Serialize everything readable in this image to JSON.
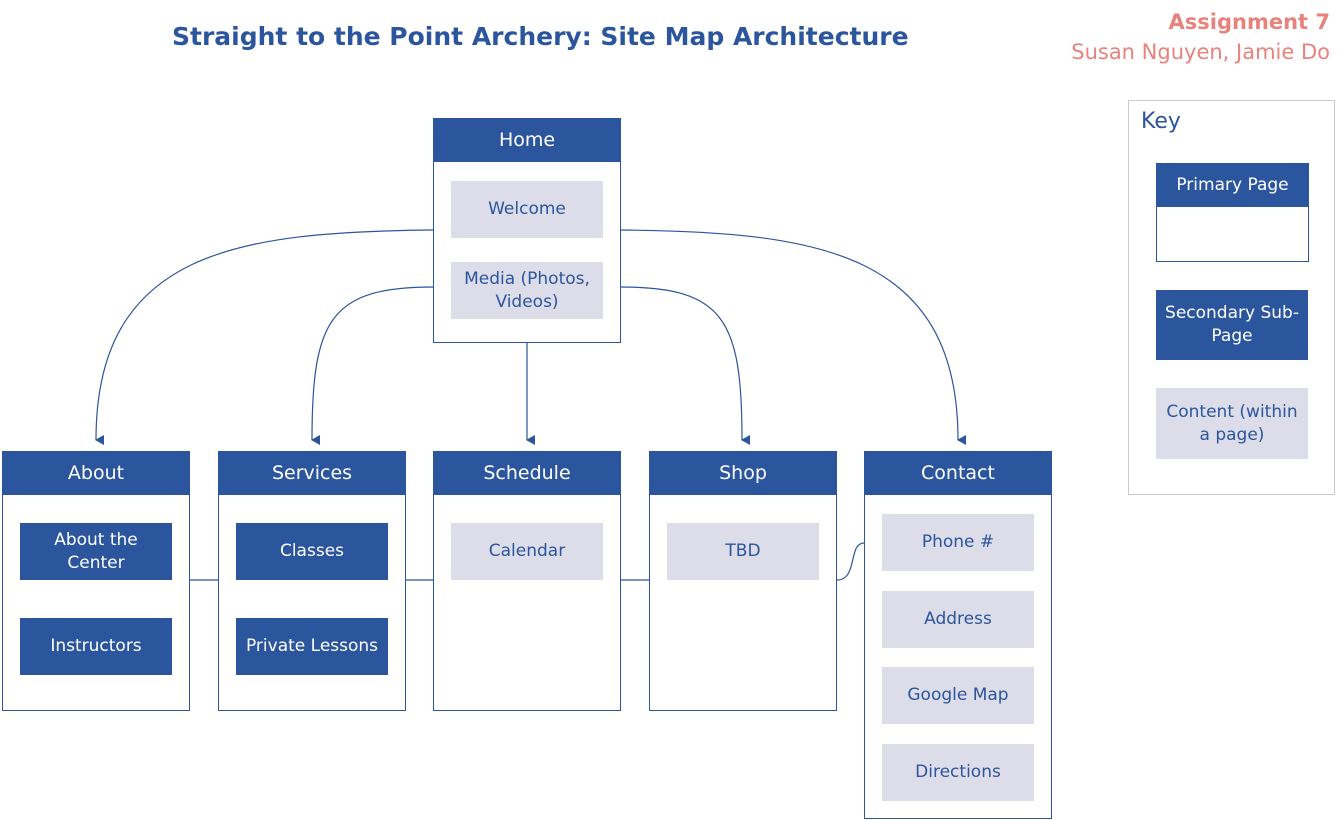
{
  "title": "Straight to the Point Archery:  Site Map Architecture",
  "assignment": "Assignment 7",
  "authors": "Susan Nguyen, Jamie Do",
  "colors": {
    "primary": "#2b559d",
    "content": "#dcdde8",
    "accent": "#e8827c"
  },
  "home": {
    "label": "Home",
    "content": [
      "Welcome",
      "Media (Photos, Videos)"
    ]
  },
  "pages": [
    {
      "label": "About",
      "subpages": [
        "About the Center",
        "Instructors"
      ]
    },
    {
      "label": "Services",
      "subpages": [
        "Classes",
        "Private Lessons"
      ]
    },
    {
      "label": "Schedule",
      "content": [
        "Calendar"
      ]
    },
    {
      "label": "Shop",
      "content": [
        "TBD"
      ]
    },
    {
      "label": "Contact",
      "content": [
        "Phone #",
        "Address",
        "Google Map",
        "Directions"
      ]
    }
  ],
  "key": {
    "title": "Key",
    "primary": "Primary Page",
    "secondary": "Secondary Sub-Page",
    "content": "Content (within a page)"
  }
}
